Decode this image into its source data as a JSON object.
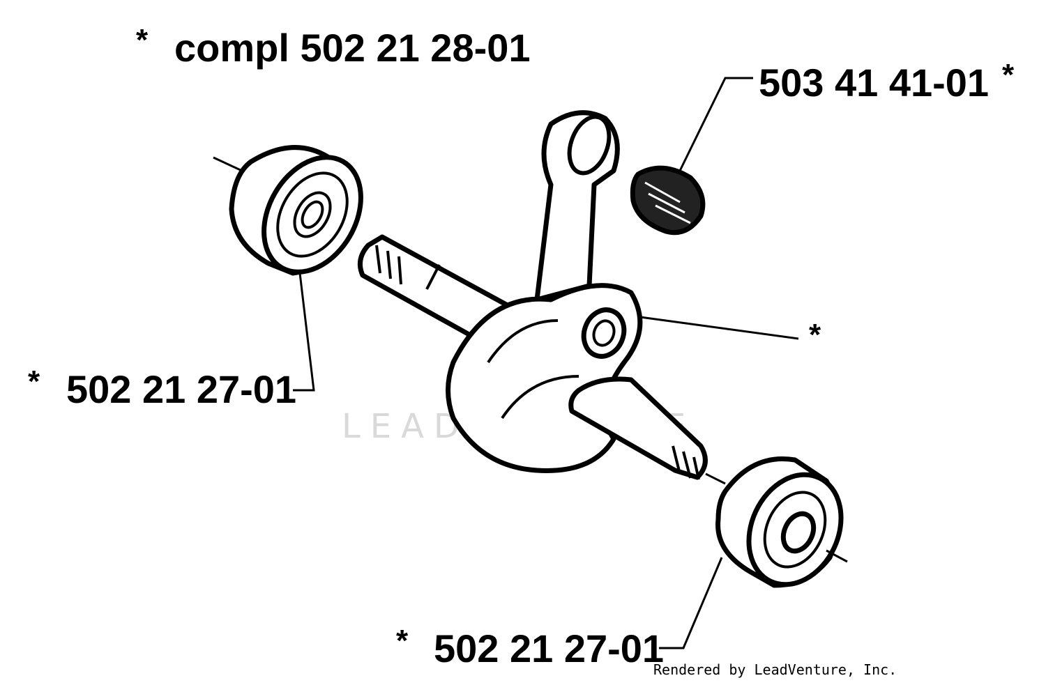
{
  "labels": {
    "assembly_star": "*",
    "assembly": "compl 502 21 28-01",
    "needle_bearing": "503 41 41-01",
    "needle_bearing_star": "*",
    "crank_star": "*",
    "bearing_left_star": "*",
    "bearing_left": "502 21 27-01",
    "bearing_right_star": "*",
    "bearing_right": "502 21 27-01"
  },
  "watermark": "LEADVENTURE",
  "credit": "Rendered by LeadVenture, Inc."
}
